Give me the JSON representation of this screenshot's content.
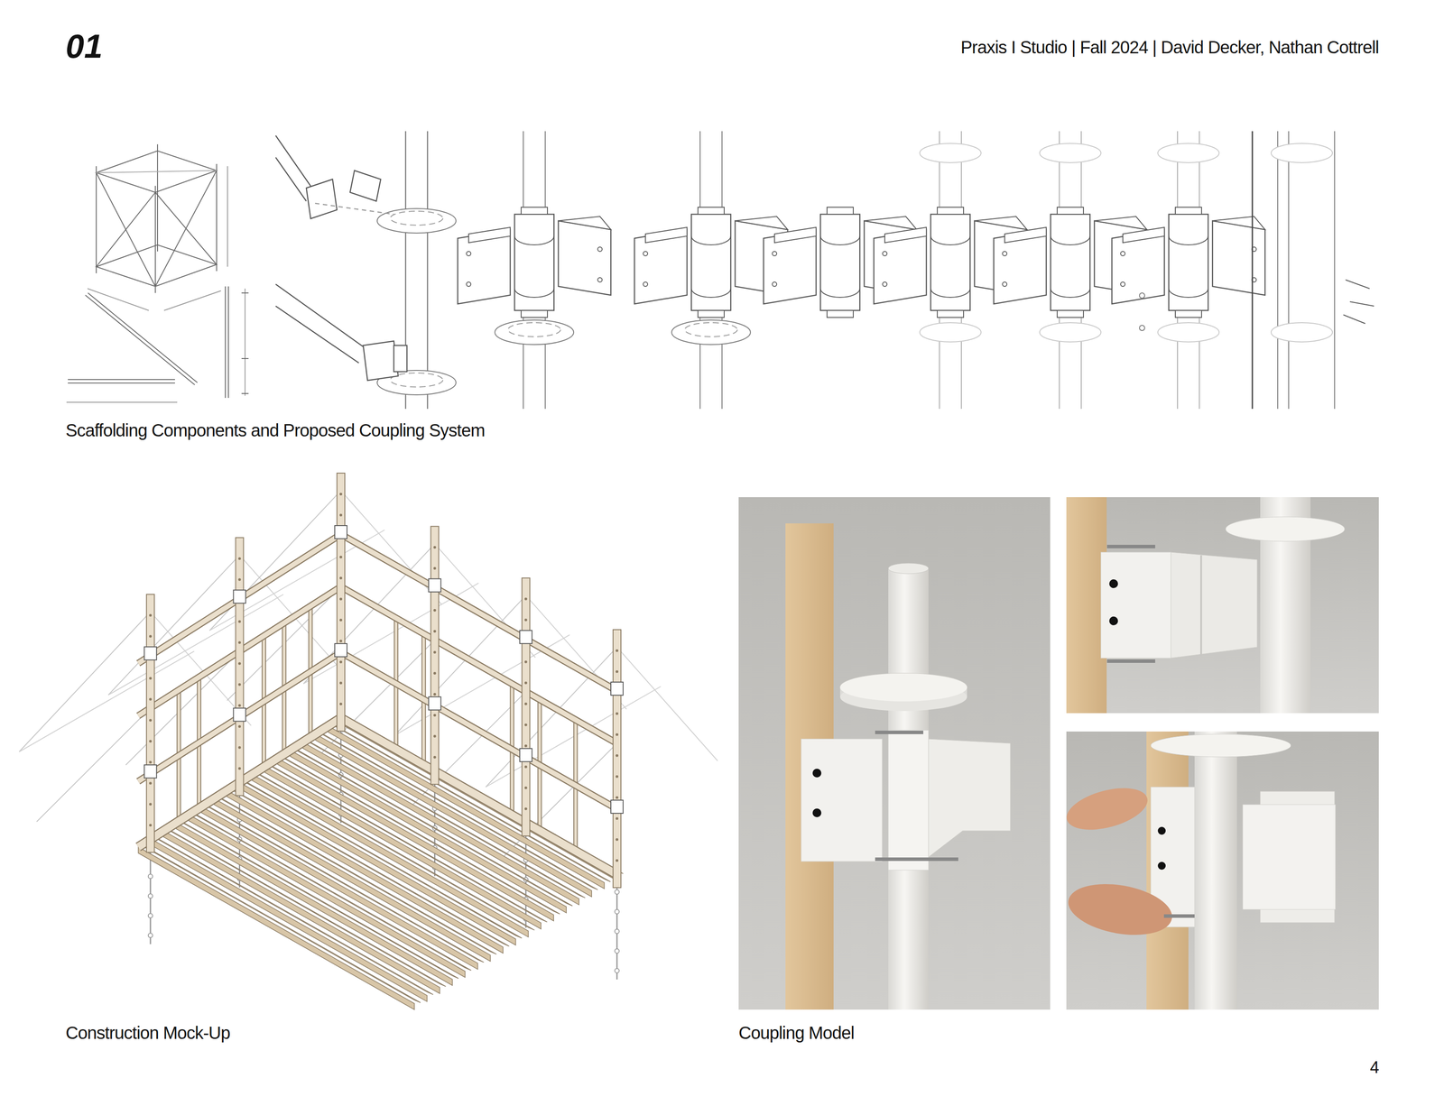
{
  "diagram": {
    "title": "01",
    "labels": [
      "Praxis I Studio | Fall 2024 | David Decker, Nathan Cottrell",
      "Scaffolding Components and Proposed Coupling System",
      "Construction Mock-Up",
      "Coupling Model",
      "4"
    ]
  }
}
